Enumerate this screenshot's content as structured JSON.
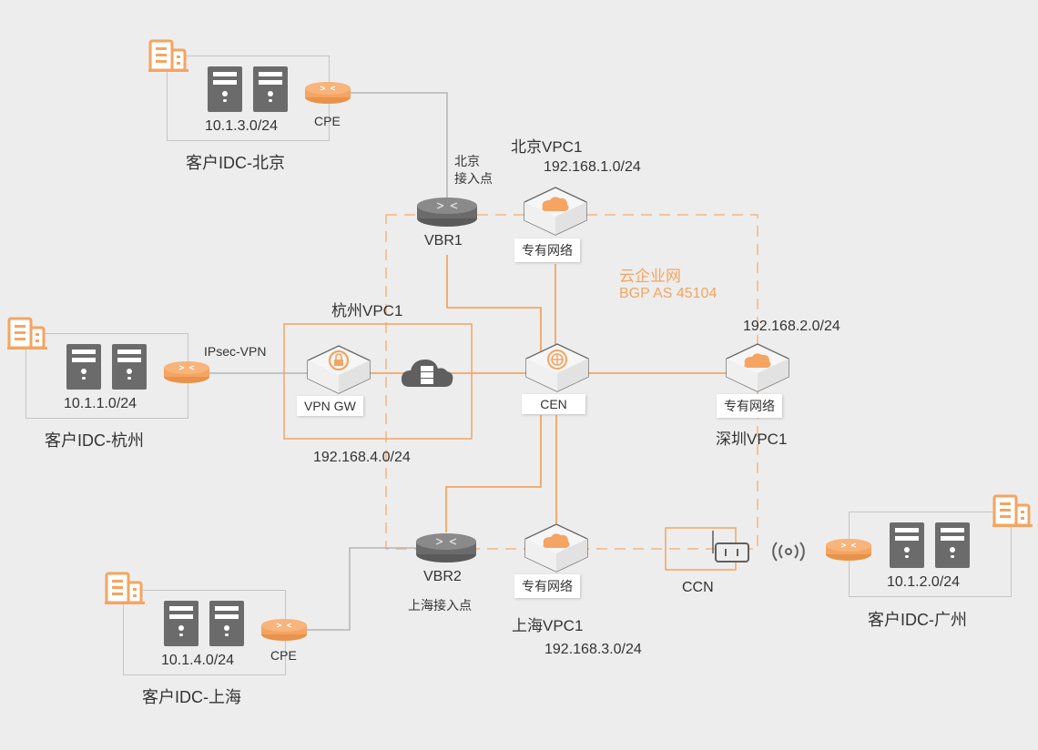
{
  "colors": {
    "background": "#ededed",
    "accent": "#f5a461",
    "device_gray": "#6b6b6b",
    "idc_border": "#c5c5c5",
    "text": "#333333"
  },
  "cen": {
    "name": "云企业网",
    "bgp": "BGP AS 45104",
    "hub_label": "CEN",
    "hub_icon": "globe-icon"
  },
  "vpcs": {
    "beijing": {
      "name": "北京VPC1",
      "cidr": "192.168.1.0/24",
      "chip": "专有网络",
      "icon": "cloud-network-icon"
    },
    "shenzhen": {
      "name": "深圳VPC1",
      "cidr": "192.168.2.0/24",
      "chip": "专有网络",
      "icon": "cloud-network-icon"
    },
    "shanghai": {
      "name": "上海VPC1",
      "cidr": "192.168.3.0/24",
      "chip": "专有网络",
      "icon": "cloud-network-icon"
    },
    "hangzhou": {
      "name": "杭州VPC1",
      "cidr": "192.168.4.0/24",
      "vpn_gw_label": "VPN GW",
      "vpn_icon": "vpn-lock-icon",
      "server_icon": "cloud-server-icon"
    }
  },
  "vbrs": {
    "vbr1": {
      "label": "VBR1",
      "access_point": [
        "北京",
        "接入点"
      ]
    },
    "vbr2": {
      "label": "VBR2",
      "access_point": "上海接入点"
    }
  },
  "ccn": {
    "label": "CCN",
    "icon": "smart-access-gateway-icon",
    "wireless_icon": "wireless-signal-icon"
  },
  "links": {
    "ipsec": "IPsec-VPN"
  },
  "idcs": {
    "beijing": {
      "name": "客户IDC-北京",
      "cidr": "10.1.3.0/24",
      "cpe": "CPE"
    },
    "hangzhou": {
      "name": "客户IDC-杭州",
      "cidr": "10.1.1.0/24"
    },
    "shanghai": {
      "name": "客户IDC-上海",
      "cidr": "10.1.4.0/24",
      "cpe": "CPE"
    },
    "guangzhou": {
      "name": "客户IDC-广州",
      "cidr": "10.1.2.0/24"
    }
  }
}
